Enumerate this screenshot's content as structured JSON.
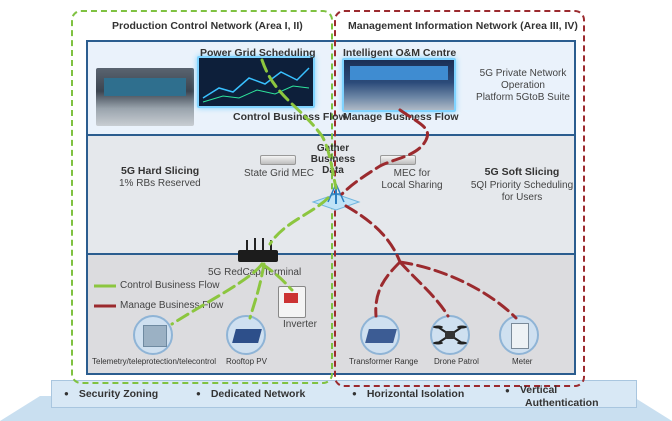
{
  "areas": {
    "production": "Production Control Network (Area I, II)",
    "management": "Management Information Network (Area III, IV)"
  },
  "top": {
    "power_grid_scheduling": "Power Grid Scheduling",
    "control_business_flow": "Control Business Flow",
    "intelligent_om_centre": "Intelligent O&M Centre",
    "manage_business_flow": "Manage Business Flow",
    "platform_line1": "5G Private Network",
    "platform_line2": "Operation",
    "platform_line3": "Platform 5GtoB Suite"
  },
  "middle": {
    "hard_slicing_title": "5G Hard Slicing",
    "hard_slicing_sub": "1% RBs Reserved",
    "state_grid_mec": "State Grid MEC",
    "gather_line1": "Gather",
    "gather_line2": "Business",
    "gather_line3": "Data",
    "mec_local_line1": "MEC for",
    "mec_local_line2": "Local Sharing",
    "soft_slicing_title": "5G Soft Slicing",
    "soft_slicing_line1": "5QI Priority Scheduling",
    "soft_slicing_line2": "for Users"
  },
  "bottom": {
    "redcap_terminal": "5G RedCap Terminal",
    "legend_control": "Control Business Flow",
    "legend_manage": "Manage Business Flow",
    "inverter": "Inverter",
    "telemetry": "Telemetry/teleprotection/telecontrol",
    "rooftop_pv": "Rooftop PV",
    "transformer_range": "Transformer Range",
    "drone_patrol": "Drone Patrol",
    "meter": "Meter"
  },
  "footer": {
    "security_zoning": "Security Zoning",
    "dedicated_network": "Dedicated Network",
    "horizontal_isolation": "Horizontal Isolation",
    "vertical_line1": "Vertical",
    "vertical_line2": "Authentication"
  },
  "colors": {
    "control_flow": "#8cc63f",
    "manage_flow": "#9b2a2e",
    "band_border": "#2b5d8f"
  }
}
